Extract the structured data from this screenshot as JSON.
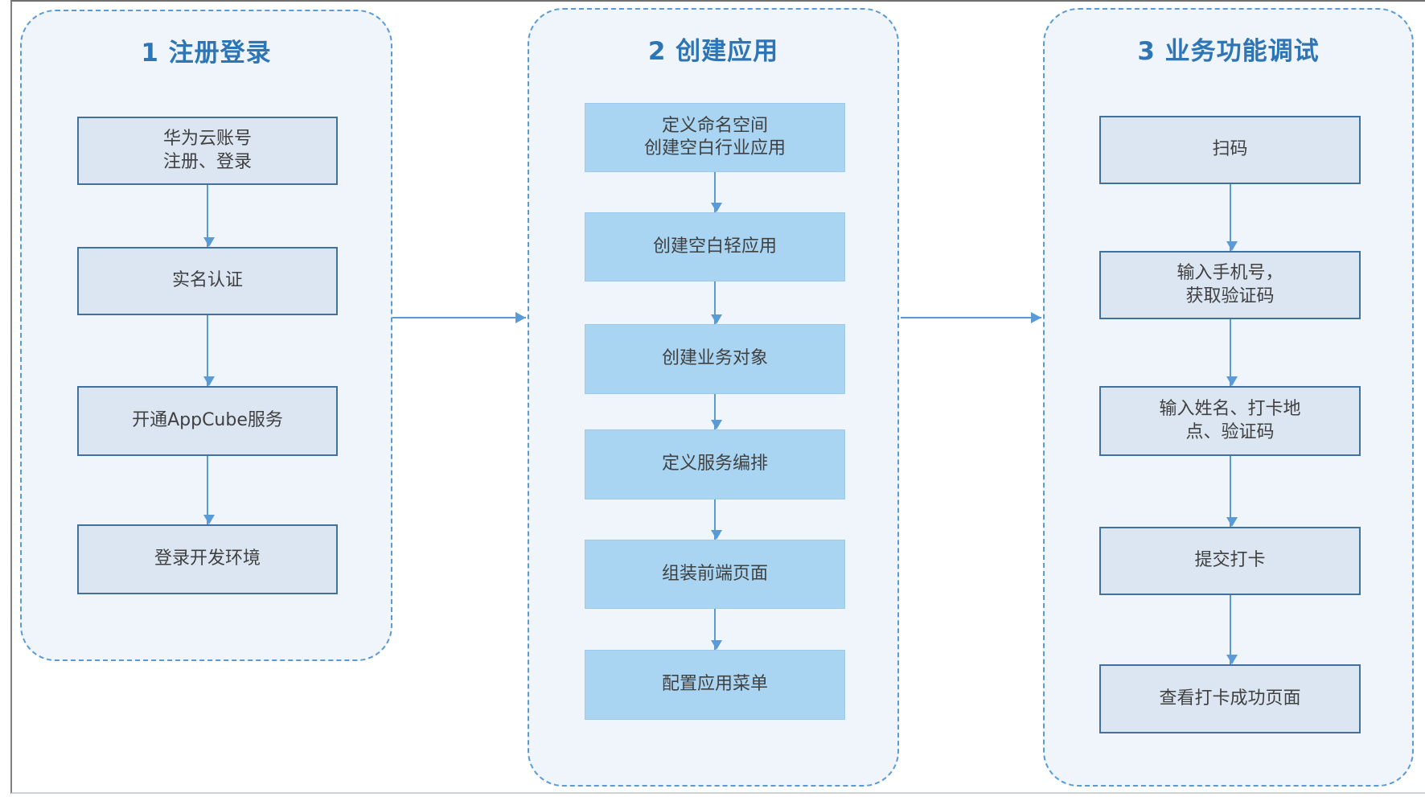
{
  "diagram": {
    "type": "flowchart",
    "columns": [
      {
        "title": "1 注册登录",
        "steps": [
          "华为云账号\n注册、登录",
          "实名认证",
          "开通AppCube服务",
          "登录开发环境"
        ]
      },
      {
        "title": "2 创建应用",
        "steps": [
          "定义命名空间\n创建空白行业应用",
          "创建空白轻应用",
          "创建业务对象",
          "定义服务编排",
          "组装前端页面",
          "配置应用菜单"
        ]
      },
      {
        "title": "3 业务功能调试",
        "steps": [
          "扫码",
          "输入手机号，\n获取验证码",
          "输入姓名、打卡地\n点、验证码",
          "提交打卡",
          "查看打卡成功页面"
        ]
      }
    ],
    "connectors": [
      {
        "from": "1 注册登录",
        "to": "2 创建应用",
        "direction": "right"
      },
      {
        "from": "2 创建应用",
        "to": "3 业务功能调试",
        "direction": "right"
      }
    ],
    "colors": {
      "title_text": "#2e75b6",
      "arrow": "#5b9bd5",
      "container_fill": "#eff5fb",
      "container_border": "#5b9bd5",
      "box_fill_phase13": "#dce6f2",
      "box_border_phase13": "#41719c",
      "box_fill_phase2": "#a9d5f2",
      "box_text": "#404040"
    }
  }
}
